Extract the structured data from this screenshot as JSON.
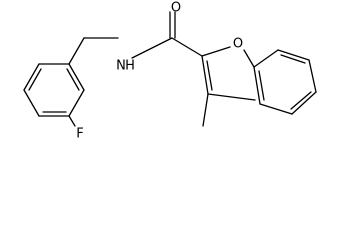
{
  "molecule": {
    "atoms": {
      "oxygen_carbonyl": "O",
      "nitrogen_amide": "N",
      "hydrogen_amide": "H",
      "oxygen_furan": "O",
      "fluorine": "F"
    }
  },
  "colors": {
    "bond": "#000000",
    "label": "#000000",
    "background": "#ffffff"
  }
}
